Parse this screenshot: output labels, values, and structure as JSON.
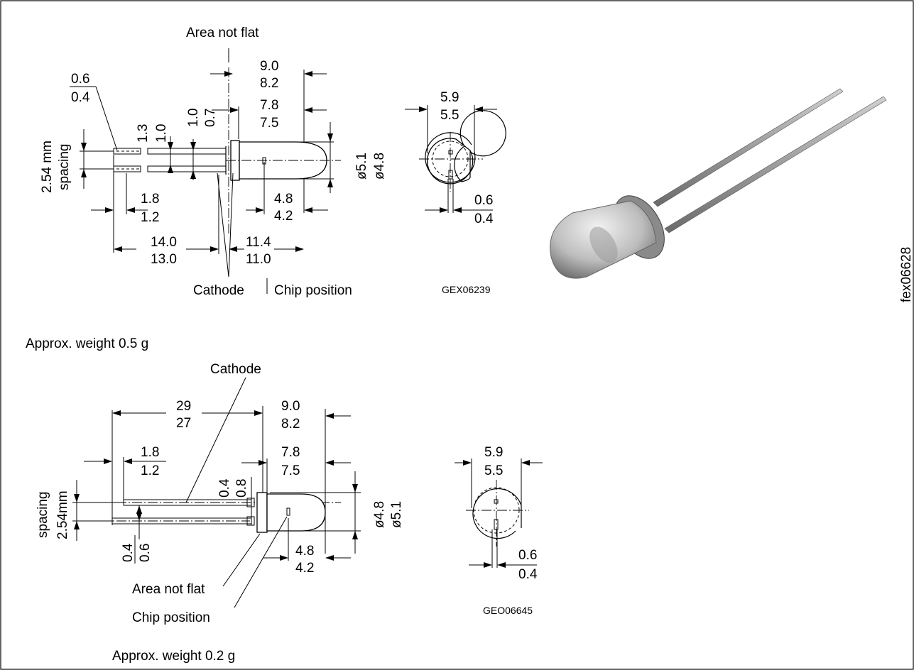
{
  "top_drawing": {
    "label_area_not_flat": "Area not flat",
    "dim_length_body": [
      "9.0",
      "8.2"
    ],
    "dim_body_cyl": [
      "7.8",
      "7.5"
    ],
    "dim_lead_thickness": [
      "0.6",
      "0.4"
    ],
    "dim_lead_width": [
      "1.3",
      "1.0"
    ],
    "dim_flange": [
      "1.0",
      "0.7"
    ],
    "spacing_label": [
      "2.54 mm",
      "spacing"
    ],
    "dim_diameter": [
      "ø5.1",
      "ø4.8"
    ],
    "dim_chip": [
      "4.8",
      "4.2"
    ],
    "dim_lead_stub": [
      "1.8",
      "1.2"
    ],
    "dim_lead_total": [
      "14.0",
      "13.0"
    ],
    "dim_seat": [
      "11.4",
      "11.0"
    ],
    "label_cathode": "Cathode",
    "label_chip_position": "Chip position",
    "front_width": [
      "5.9",
      "5.5"
    ],
    "front_lead": [
      "0.6",
      "0.4"
    ],
    "drawing_code": "GEX06239",
    "weight": "Approx. weight 0.5 g"
  },
  "photo": {
    "code": "fex06628"
  },
  "bottom_drawing": {
    "label_cathode": "Cathode",
    "dim_lead_total": [
      "29",
      "27"
    ],
    "dim_length_body": [
      "9.0",
      "8.2"
    ],
    "dim_lead_stub": [
      "1.8",
      "1.2"
    ],
    "dim_body_cyl": [
      "7.8",
      "7.5"
    ],
    "dim_flange": [
      "0.4",
      "0.8"
    ],
    "spacing_label": [
      "spacing",
      "2.54mm"
    ],
    "dim_diameter": [
      "ø4.8",
      "ø5.1"
    ],
    "dim_lead_thickness": [
      "0.4",
      "0.6"
    ],
    "dim_chip": [
      "4.8",
      "4.2"
    ],
    "label_area_not_flat": "Area not flat",
    "label_chip_position": "Chip position",
    "front_width": [
      "5.9",
      "5.5"
    ],
    "front_lead": [
      "0.6",
      "0.4"
    ],
    "drawing_code": "GEO06645",
    "weight": "Approx. weight 0.2 g"
  }
}
